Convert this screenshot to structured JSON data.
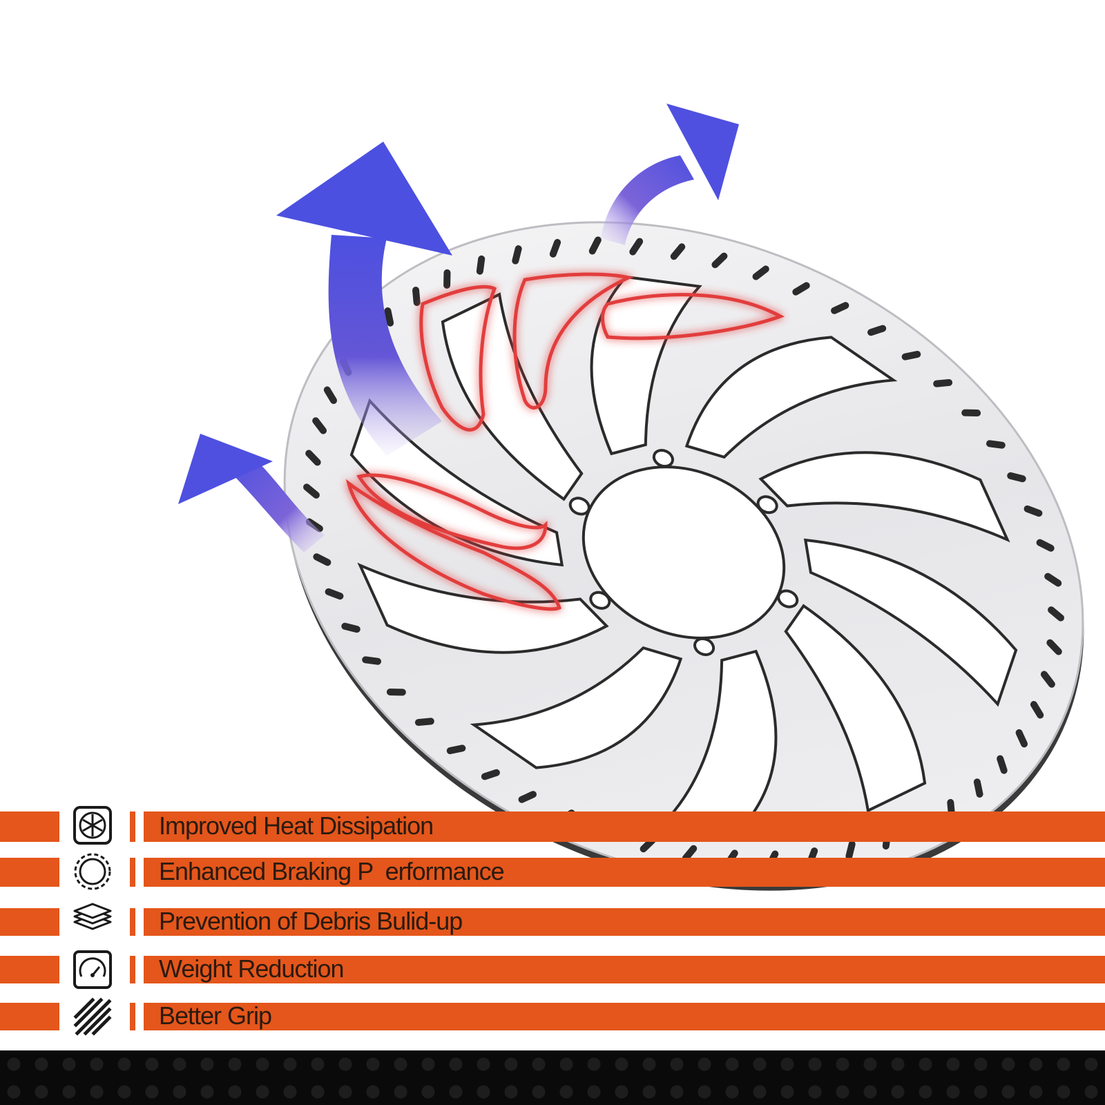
{
  "colors": {
    "accent_orange": "#e4561b",
    "arrow_blue": "#5454dc",
    "rotor_silver": "#ececee",
    "hot_red": "#e23c3c",
    "footer_black": "#0a0a0a"
  },
  "features": [
    {
      "label": "Improved Heat Dissipation",
      "icon": "fan-icon"
    },
    {
      "label": "Enhanced Braking P  erformance",
      "icon": "ring-icon"
    },
    {
      "label": "Prevention of Debris Bulid-up",
      "icon": "layers-icon"
    },
    {
      "label": "Weight Reduction",
      "icon": "gauge-icon"
    },
    {
      "label": "Better Grip",
      "icon": "hatch-icon"
    }
  ]
}
